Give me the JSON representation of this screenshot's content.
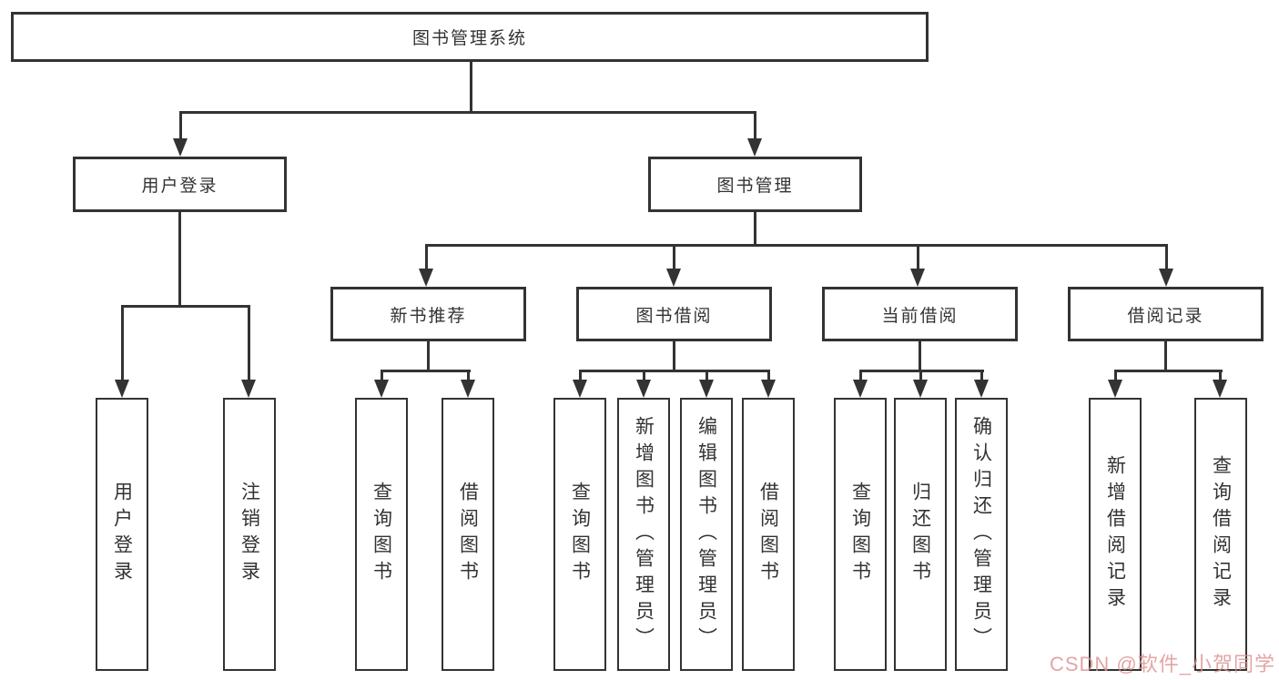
{
  "diagram": {
    "root": {
      "label": "图书管理系统"
    },
    "branches": [
      {
        "label": "用户登录",
        "children": [
          "用户登录",
          "注销登录"
        ]
      },
      {
        "label": "图书管理",
        "children": [
          {
            "label": "新书推荐",
            "children": [
              "查询图书",
              "借阅图书"
            ]
          },
          {
            "label": "图书借阅",
            "children": [
              "查询图书",
              "新增图书（管理员）",
              "编辑图书（管理员）",
              "借阅图书"
            ]
          },
          {
            "label": "当前借阅",
            "children": [
              "查询图书",
              "归还图书",
              "确认归还（管理员）"
            ]
          },
          {
            "label": "借阅记录",
            "children": [
              "新增借阅记录",
              "查询借阅记录"
            ]
          }
        ]
      }
    ]
  },
  "watermark": {
    "text": "CSDN @软件_小贺同学"
  },
  "colors": {
    "line": "#333333",
    "text": "#333333",
    "watermark": "#dd8f8f"
  }
}
